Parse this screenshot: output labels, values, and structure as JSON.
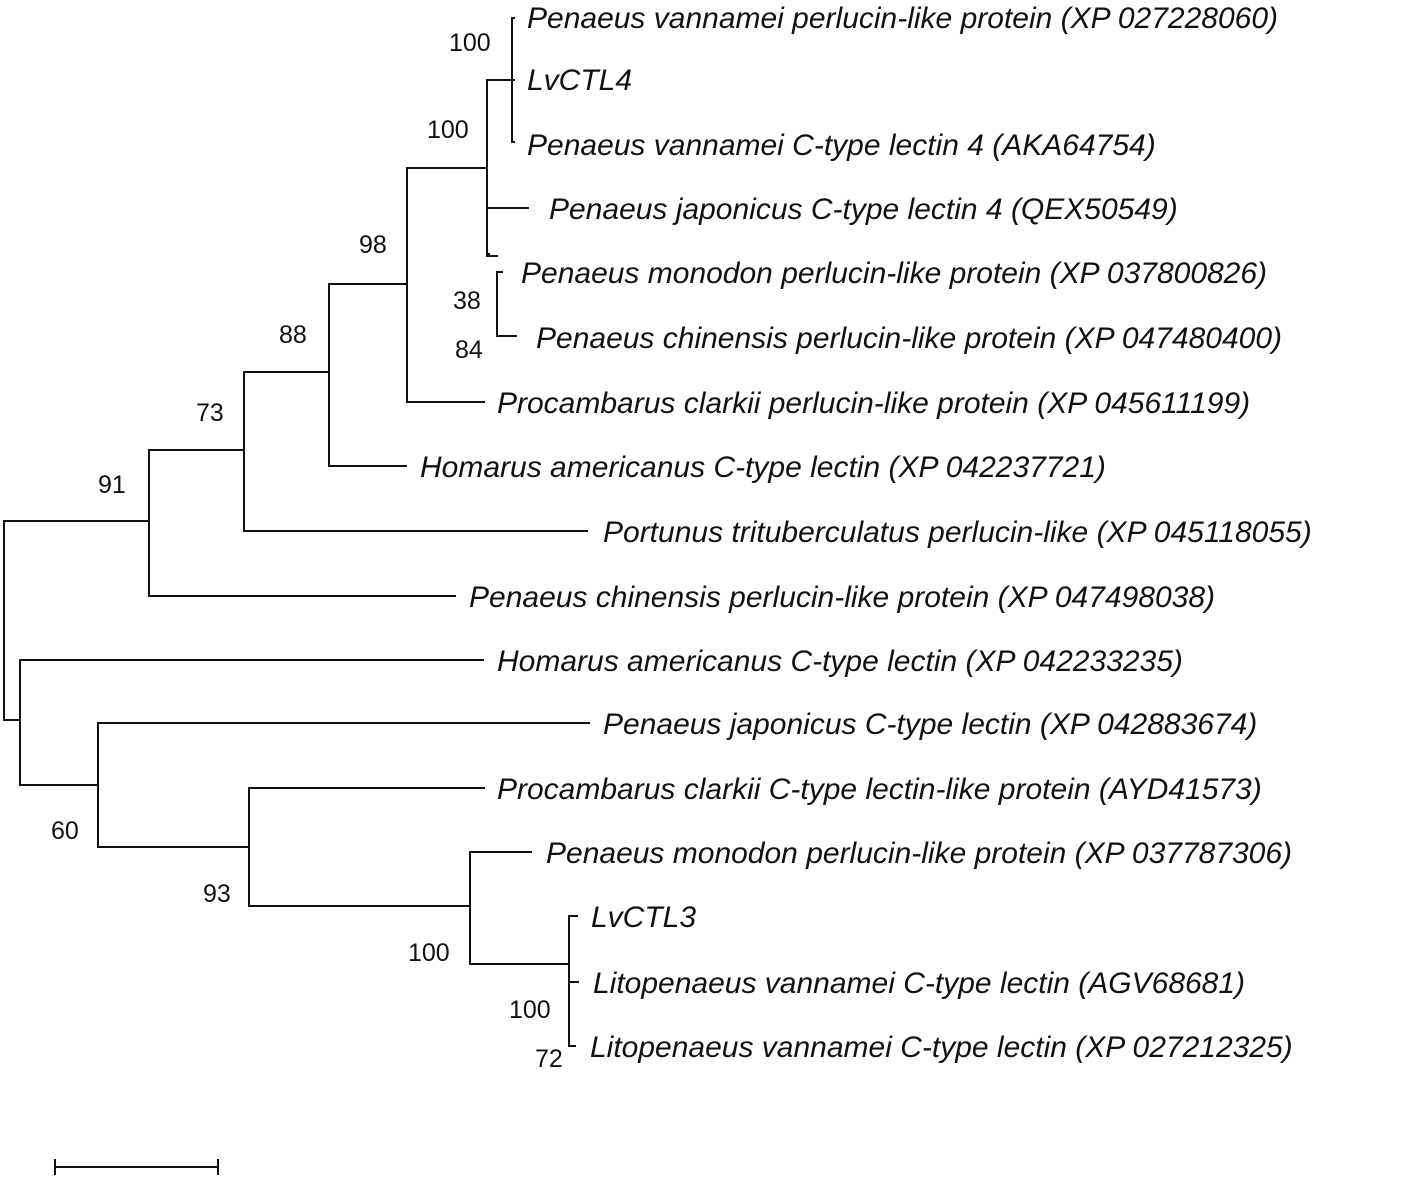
{
  "taxa": [
    "Penaeus vannamei perlucin-like protein (XP 027228060)",
    "LvCTL4",
    "Penaeus vannamei C-type lectin 4 (AKA64754)",
    "Penaeus japonicus C-type lectin 4 (QEX50549)",
    "Penaeus monodon perlucin-like protein (XP 037800826)",
    "Penaeus chinensis perlucin-like protein (XP 047480400)",
    "Procambarus clarkii perlucin-like protein (XP 045611199)",
    "Homarus americanus C-type lectin (XP 042237721)",
    "Portunus trituberculatus perlucin-like (XP 045118055)",
    "Penaeus chinensis perlucin-like protein (XP 047498038)",
    "Homarus americanus C-type lectin (XP 042233235)",
    "Penaeus japonicus C-type lectin (XP 042883674)",
    "Procambarus clarkii C-type lectin-like protein (AYD41573)",
    "Penaeus monodon perlucin-like protein (XP 037787306)",
    "LvCTL3",
    "Litopenaeus vannamei C-type lectin (AGV68681)",
    "Litopenaeus vannamei C-type lectin (XP 027212325)"
  ],
  "bootstrap": [
    "100",
    "100",
    "98",
    "38",
    "84",
    "88",
    "73",
    "91",
    "60",
    "93",
    "100",
    "100",
    "72"
  ],
  "colors": {
    "line": "#111111",
    "text": "#111111",
    "background": "#ffffff"
  }
}
